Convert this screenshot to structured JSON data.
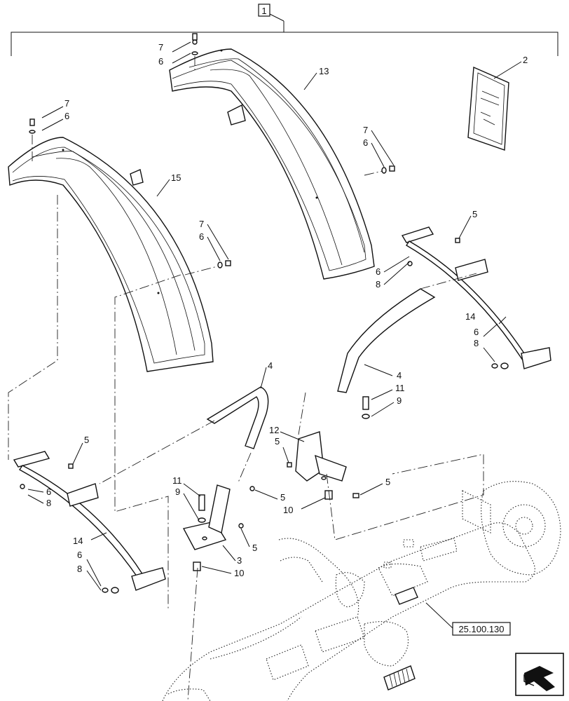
{
  "assembly_label": "1",
  "reference_box": "25.100.130",
  "callouts": {
    "c2": "2",
    "c3": "3",
    "c4a": "4",
    "c4b": "4",
    "c5a": "5",
    "c5b": "5",
    "c5c": "5",
    "c5d": "5",
    "c5e": "5",
    "c5f": "5",
    "c6a": "6",
    "c6b": "6",
    "c6c": "6",
    "c6d": "6",
    "c6e": "6",
    "c6f": "6",
    "c6g": "6",
    "c6h": "6",
    "c7a": "7",
    "c7b": "7",
    "c7c": "7",
    "c7d": "7",
    "c8a": "8",
    "c8b": "8",
    "c8c": "8",
    "c8d": "8",
    "c9a": "9",
    "c9b": "9",
    "c10a": "10",
    "c10b": "10",
    "c11a": "11",
    "c11b": "11",
    "c12": "12",
    "c13": "13",
    "c14a": "14",
    "c14b": "14",
    "c15": "15"
  },
  "icons": [
    "next-page-arrow-icon"
  ]
}
